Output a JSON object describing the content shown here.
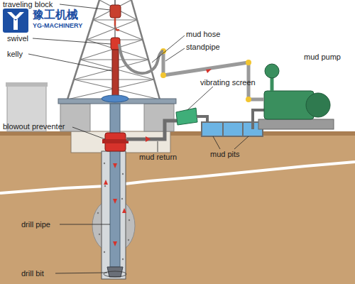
{
  "diagram": {
    "labels": [
      "traveling block",
      "豫工机械",
      "YG-MACHINERY",
      "swivel",
      "kelly",
      "mud hose",
      "standpipe",
      "mud pump",
      "vibrating screen",
      "blowout preventer",
      "mud return",
      "mud pits",
      "drill pipe",
      "drill bit"
    ]
  }
}
